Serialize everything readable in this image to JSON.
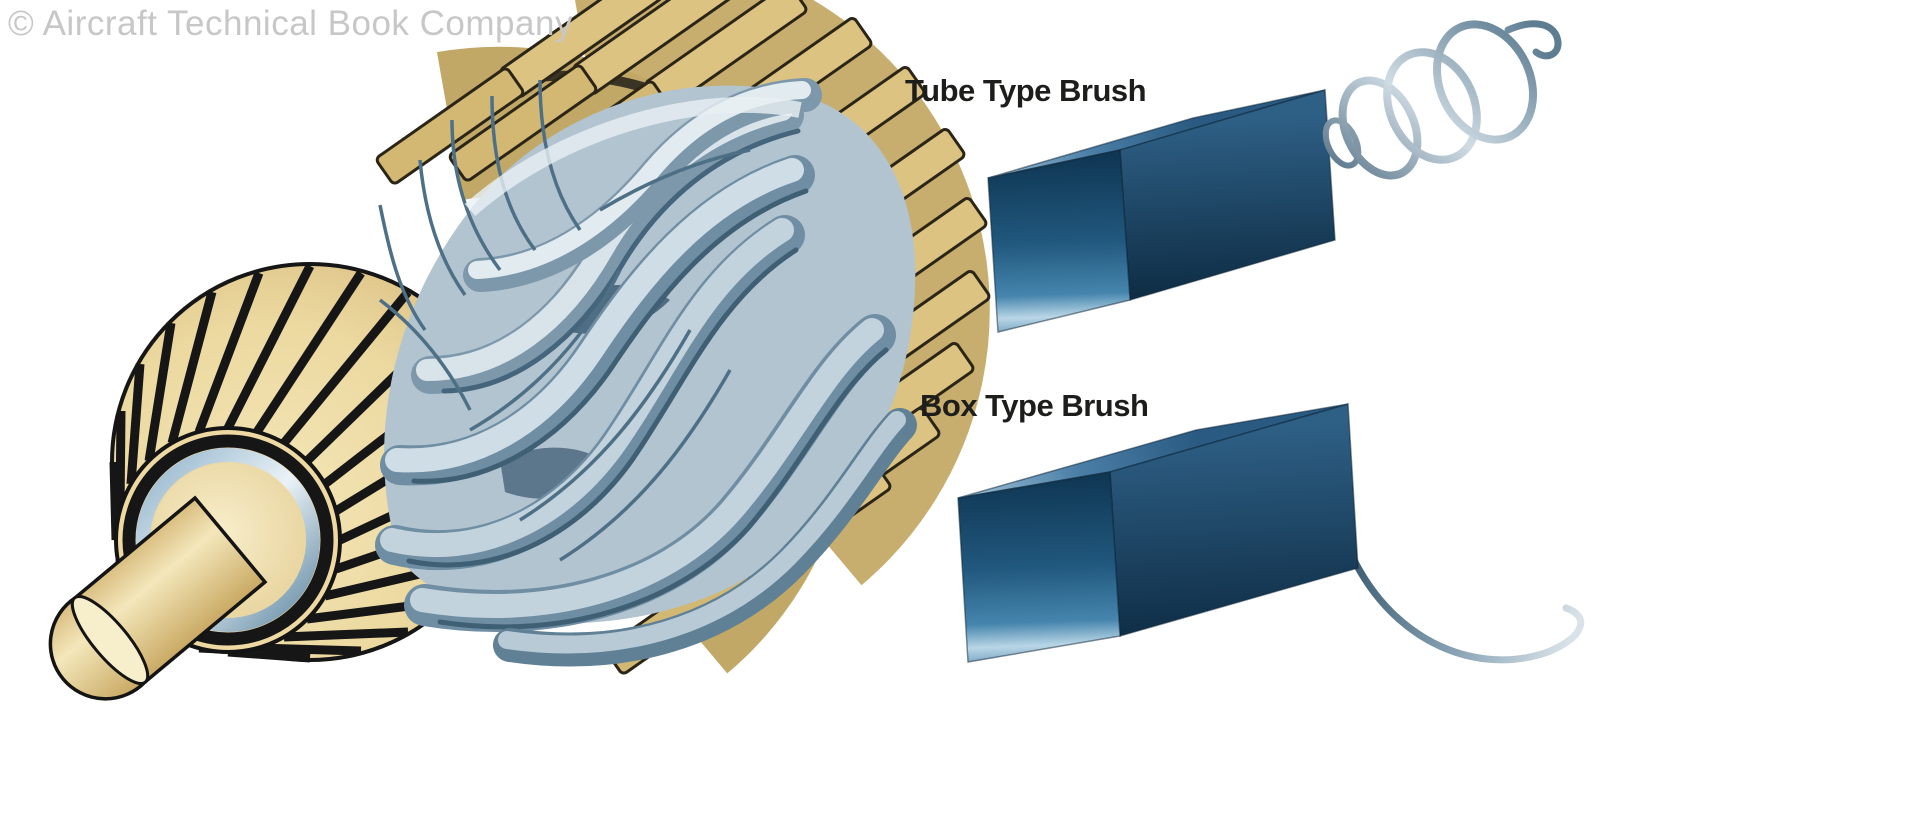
{
  "watermark": "© Aircraft Technical Book Company",
  "labels": {
    "tube_brush": "Tube Type Brush",
    "box_brush": "Box Type Brush"
  },
  "colors": {
    "background": "#ffffff",
    "watermark_text": "#c7c7c7",
    "label_text": "#1d1d1b",
    "commutator_tan": "#ecd9a0",
    "core_gold": "#d9c07e",
    "winding_steel_blue": "#a9bfce",
    "winding_shadow": "#4e7087",
    "brush_navy": "#0e3450",
    "brush_mid_blue": "#21587e",
    "brush_highlight": "#b9d6e6",
    "spring_gray": "#8aa2b2",
    "lead_wire_gray": "#8fa9ba",
    "riser_copper": "#c0763a",
    "outline_black": "#161616"
  }
}
